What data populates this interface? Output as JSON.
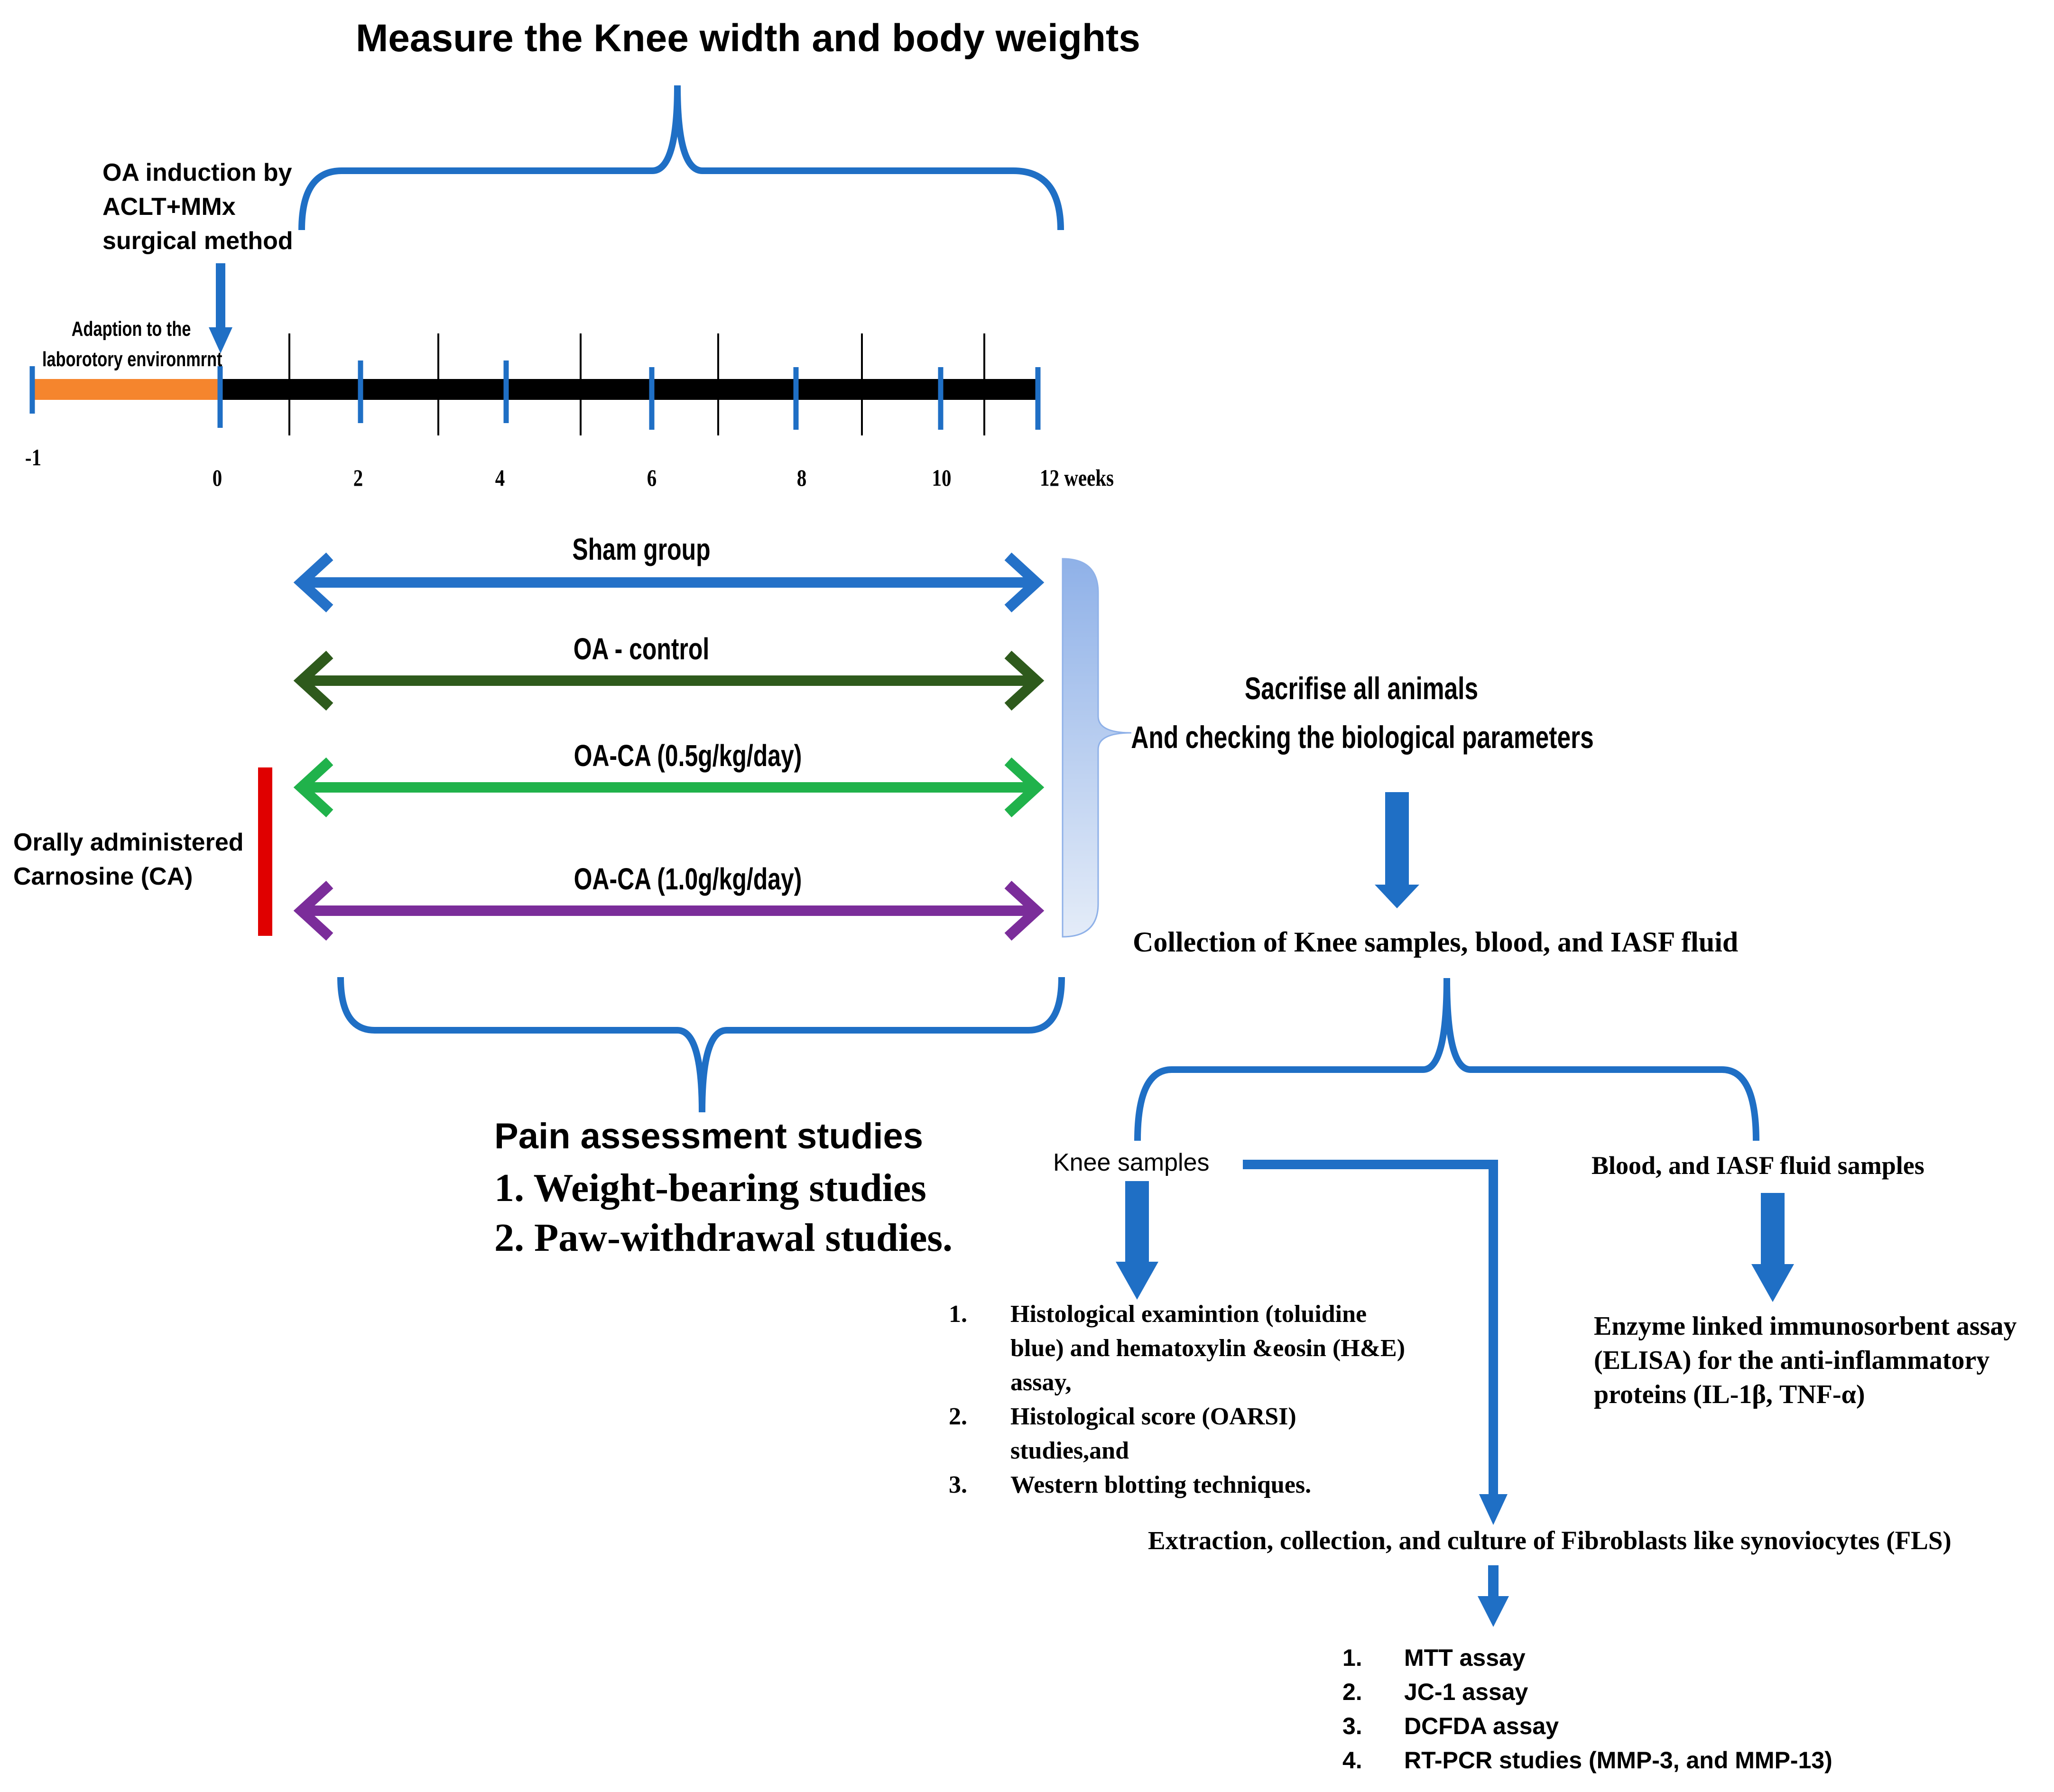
{
  "title": "Measure the Knee width and body weights",
  "induction": {
    "label": [
      "OA induction  by",
      "ACLT+MMx",
      "surgical method"
    ]
  },
  "adaption": {
    "label": [
      "Adaption to the",
      "laborotory environmrnt"
    ]
  },
  "timeline": {
    "ticks": [
      "-1",
      "0",
      "2",
      "4",
      "6",
      "8",
      "10",
      "12 weeks"
    ],
    "colors": {
      "adaption": "#F5852D",
      "bar": "#000000",
      "tick": "#1F6FC5"
    }
  },
  "groups": [
    {
      "label": "Sham group",
      "color": "#2471C8"
    },
    {
      "label": "OA - control",
      "color": "#2E5A1C"
    },
    {
      "label": "OA-CA (0.5g/kg/day)",
      "color": "#20B24B"
    },
    {
      "label": "OA-CA (1.0g/kg/day)",
      "color": "#7B2D9A"
    }
  ],
  "oral": {
    "label": [
      "Orally administered",
      "Carnosine (CA)"
    ],
    "color": "#E00000"
  },
  "sacrifice": {
    "label": [
      "Sacrifise all animals",
      "And checking the biological parameters"
    ]
  },
  "collection": "Collection  of Knee samples,  blood,  and IASF  fluid",
  "pain": {
    "title": "Pain assessment studies",
    "items": [
      "1. Weight-bearing studies",
      "2.  Paw-withdrawal studies."
    ]
  },
  "knee": {
    "label": "Knee samples",
    "items": [
      {
        "num": "1.",
        "lines": [
          "Histological examintion (toluidine",
          "blue) and hematoxylin &eosin (H&E)",
          "assay,"
        ]
      },
      {
        "num": "2.",
        "lines": [
          "Histological score (OARSI)",
          "studies,and"
        ]
      },
      {
        "num": "3.",
        "lines": [
          "Western  blotting techniques."
        ]
      }
    ]
  },
  "blood": {
    "label": "Blood,  and IASF fluid samples",
    "result": [
      "Enzyme linked immunosorbent assay",
      "(ELISA) for the anti-inflammatory",
      "proteins (IL-1β, TNF-α)"
    ]
  },
  "fls": {
    "label": "Extraction,  collection,  and culture of Fibroblasts like synoviocytes (FLS)",
    "items": [
      {
        "num": "1.",
        "text": "MTT assay"
      },
      {
        "num": "2.",
        "text": "JC-1 assay"
      },
      {
        "num": "3.",
        "text": "DCFDA assay"
      },
      {
        "num": "4.",
        "text": "RT-PCR studies (MMP-3, and MMP-13)"
      }
    ]
  },
  "colors": {
    "blue": "#1F6FC5",
    "brace_fill": "#A9C3EA"
  }
}
